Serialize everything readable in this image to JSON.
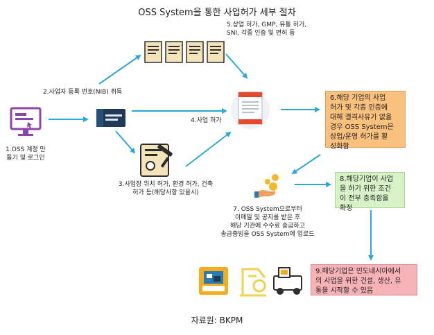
{
  "title": "OSS System을 통한 사업허가 세부 절차",
  "steps": {
    "step1": [
      "1.OSS 계정 만",
      "들기 및 로그인"
    ],
    "step2": "2.사업자 등록 번호(NIB) 취득",
    "step3": [
      "3.사업장 위치 허가, 환경 허가, 건축",
      "허가 등(해당사항 있을시)"
    ],
    "step4": "4.사업 허가",
    "step5": [
      "5.상업 허가, GMP, 유통 허가,",
      "SNI, 각종 인증 및 면허 등"
    ],
    "step6": [
      "6.해당 기업의 사업",
      "허가 및 각종 인증에",
      "대해 결격사유가 없을",
      "경우  OSS System은",
      "상업/운영 허가를 활",
      "성화함"
    ],
    "step7": [
      "7. OSS System으로부터",
      "이메일 및 공지를 받은 후",
      "해당 기관에 수수료 송금하고",
      "송금증빙을 OSS System에 업로드"
    ],
    "step8": [
      "8.해당기업이 사업",
      "을 하기 위한 조건",
      "이 전부 충족함을",
      "확정"
    ],
    "step9": [
      "9.해당기업은 인도네시아에서",
      "의 사업을 위한 건설, 생산, 유",
      "통을 시작할 수 있음"
    ]
  },
  "source": "자료원: BKPM",
  "colors": {
    "arrow": "#2aa7d6",
    "orange_box": "#f9c07e",
    "green_box": "#d8f2c8",
    "red_box": "#f6b2b4",
    "computer": "#8e44ad",
    "id_card": "#1e3a56",
    "document_accent": "#e8482c"
  },
  "icons": [
    "computer-icon",
    "id-card-icon",
    "certificate-icon",
    "document-stack-icon",
    "license-document-icon",
    "coin-hand-icon",
    "industry-icons"
  ]
}
